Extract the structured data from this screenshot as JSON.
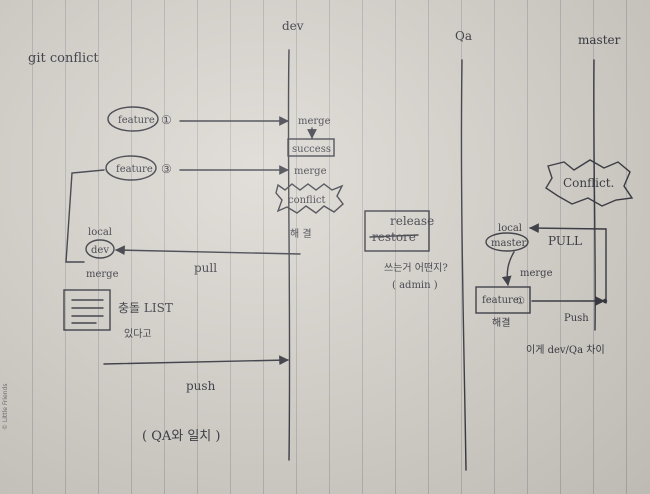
{
  "diagram": {
    "title": "git conflict",
    "lanes": {
      "dev": "dev",
      "qa": "Qa",
      "master": "master"
    },
    "left": {
      "feature1": "feature",
      "feature1_num": "①",
      "feature3": "feature",
      "feature3_num": "③",
      "local": "local",
      "dev_node": "dev",
      "merge": "merge",
      "list_label": "충돌 LIST",
      "check": "있다고",
      "pull": "pull",
      "push": "push",
      "note": "( QA와 일치 )"
    },
    "dev_lane": {
      "merge1": "merge",
      "success": "success",
      "merge2": "merge",
      "conflict": "conflict",
      "resolve": "해 결"
    },
    "release": {
      "title": "release",
      "struck": "restore",
      "question": "쓰는거 어떤지?",
      "admin": "( admin )"
    },
    "right": {
      "conflict": "Conflict.",
      "local": "local",
      "master_node": "master",
      "pull": "PULL",
      "merge": "merge",
      "feature": "feature",
      "feature_num": "①",
      "resolve": "해결",
      "push": "Push",
      "diff_note": "이게 dev/Qa 차이"
    },
    "watermark": "© Little Friends"
  }
}
